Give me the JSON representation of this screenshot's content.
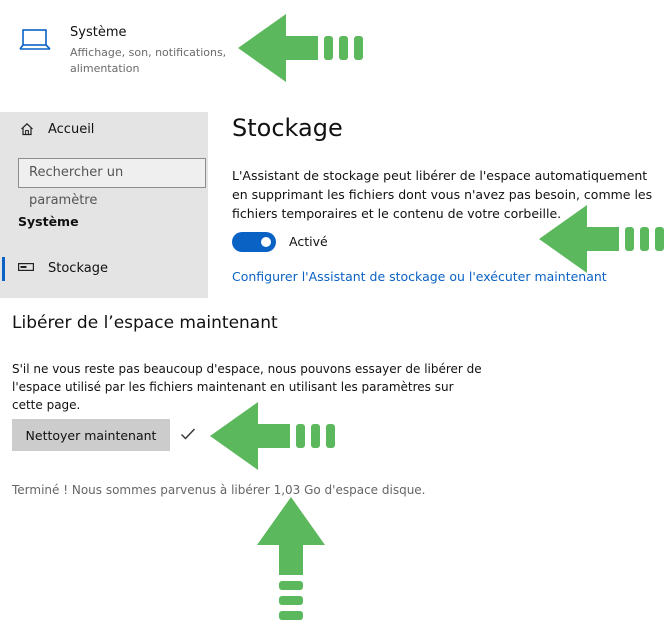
{
  "system_tile": {
    "title": "Système",
    "subtitle": "Affichage, son, notifications, alimentation",
    "icon": "laptop-icon"
  },
  "sidebar": {
    "home_label": "Accueil",
    "home_icon": "home-icon",
    "search_placeholder": "Rechercher un paramètre",
    "section_label": "Système",
    "active_item": {
      "label": "Stockage",
      "icon": "storage-icon"
    }
  },
  "storage": {
    "title": "Stockage",
    "description": "L'Assistant de stockage peut libérer de l'espace automatiquement en supprimant les fichiers dont vous n'avez pas besoin, comme les fichiers temporaires et le contenu de votre corbeille.",
    "toggle_state_label": "Activé",
    "toggle_on": true,
    "config_link": "Configurer l'Assistant de stockage ou l'exécuter maintenant"
  },
  "free_space": {
    "title": "Libérer de l’espace maintenant",
    "description": "S'il ne vous reste pas beaucoup d'espace, nous pouvons essayer de libérer de l'espace utilisé par les fichiers maintenant en utilisant les paramètres sur cette page.",
    "button_label": "Nettoyer maintenant",
    "done_icon": "checkmark-icon",
    "result_text": "Terminé ! Nous sommes parvenus à libérer 1,03 Go d'espace disque."
  },
  "colors": {
    "accent": "#0a62c4",
    "annotation_arrow": "#5cb85c",
    "sidebar_bg": "#e4e4e4"
  }
}
